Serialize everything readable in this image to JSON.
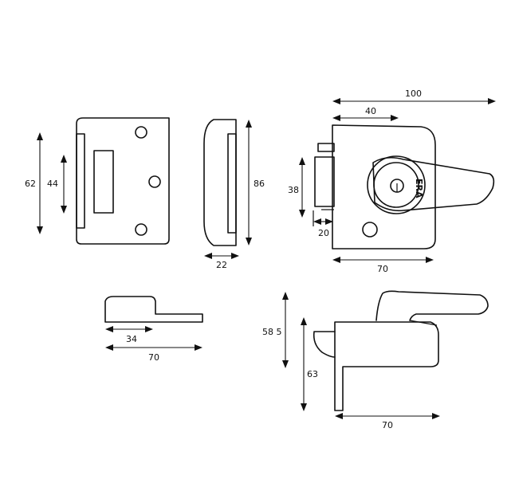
{
  "colors": {
    "line": "#111111",
    "background": "#ffffff"
  },
  "brand": {
    "logo_text": "ERA"
  },
  "dimensions": {
    "striker_plate_outer_height": "62",
    "striker_plate_inner_height": "44",
    "side_view_height": "86",
    "side_view_depth": "22",
    "lock_width_total": "100",
    "lock_handle_offset": "40",
    "bolt_height": "38",
    "bolt_projection": "20",
    "lock_body_width": "70",
    "staple_inner_length": "34",
    "staple_total_length": "70",
    "lock_side_height_upper": "58 5",
    "lock_side_height_lower": "63",
    "lock_side_base_width": "70"
  }
}
